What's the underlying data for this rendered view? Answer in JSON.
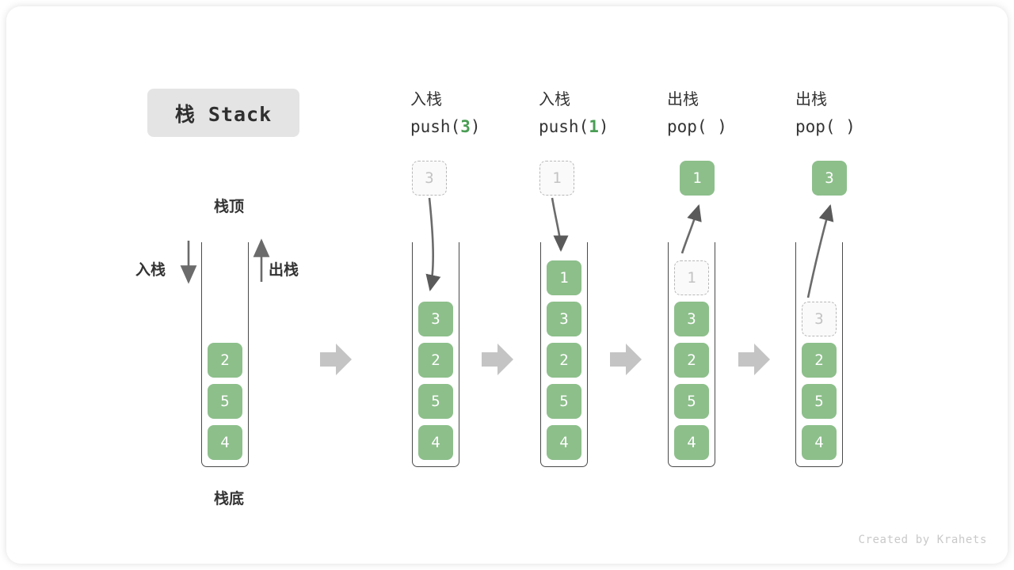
{
  "figure": {
    "title_badge": "栈 Stack",
    "footer": "Created by Krahets",
    "accent_green": "#8dbf8b",
    "accent_green_text": "#4a9d54",
    "ghost_fill": "#fafafa",
    "ghost_border": "#b8b8b8",
    "badge_bg": "#e4e4e4",
    "line_color": "#4a4a4a",
    "arrow_gray": "#c4c4c4"
  },
  "legend": {
    "top_label": "栈顶",
    "bottom_label": "栈底",
    "push_label": "入栈",
    "pop_label": "出栈"
  },
  "columns": [
    {
      "id": "initial",
      "head_cn": "",
      "head_code": "",
      "stack": [
        "2",
        "5",
        "4"
      ],
      "floating": null,
      "ghost_in_stack": null
    },
    {
      "id": "push-3",
      "head_cn": "入栈",
      "head_code_pre": "push(",
      "head_code_val": "3",
      "head_code_post": ")",
      "stack": [
        "3",
        "2",
        "5",
        "4"
      ],
      "floating": {
        "value": "3",
        "style": "ghost"
      },
      "arrow_dir": "down"
    },
    {
      "id": "push-1",
      "head_cn": "入栈",
      "head_code_pre": "push(",
      "head_code_val": "1",
      "head_code_post": ")",
      "stack": [
        "1",
        "3",
        "2",
        "5",
        "4"
      ],
      "floating": {
        "value": "1",
        "style": "ghost"
      },
      "arrow_dir": "down"
    },
    {
      "id": "pop-1",
      "head_cn": "出栈",
      "head_code_pre": "pop(",
      "head_code_val": "",
      "head_code_post": " )",
      "stack": [
        "1",
        "3",
        "2",
        "5",
        "4"
      ],
      "stack_ghost_index": 0,
      "floating": {
        "value": "1",
        "style": "solid"
      },
      "arrow_dir": "up"
    },
    {
      "id": "pop-3",
      "head_cn": "出栈",
      "head_code_pre": "pop(",
      "head_code_val": "",
      "head_code_post": " )",
      "stack": [
        "3",
        "2",
        "5",
        "4"
      ],
      "stack_ghost_index": 0,
      "floating": {
        "value": "3",
        "style": "solid"
      },
      "arrow_dir": "up"
    }
  ],
  "chart_data": {
    "type": "diagram",
    "title": "栈 Stack",
    "description": "Stack push/pop operation sequence",
    "steps": [
      {
        "op": "initial",
        "contents_top_to_bottom": [
          "2",
          "5",
          "4"
        ]
      },
      {
        "op": "push(3)",
        "contents_top_to_bottom": [
          "3",
          "2",
          "5",
          "4"
        ]
      },
      {
        "op": "push(1)",
        "contents_top_to_bottom": [
          "1",
          "3",
          "2",
          "5",
          "4"
        ]
      },
      {
        "op": "pop( )",
        "returned": "1",
        "contents_top_to_bottom": [
          "3",
          "2",
          "5",
          "4"
        ]
      },
      {
        "op": "pop( )",
        "returned": "3",
        "contents_top_to_bottom": [
          "2",
          "5",
          "4"
        ]
      }
    ]
  }
}
